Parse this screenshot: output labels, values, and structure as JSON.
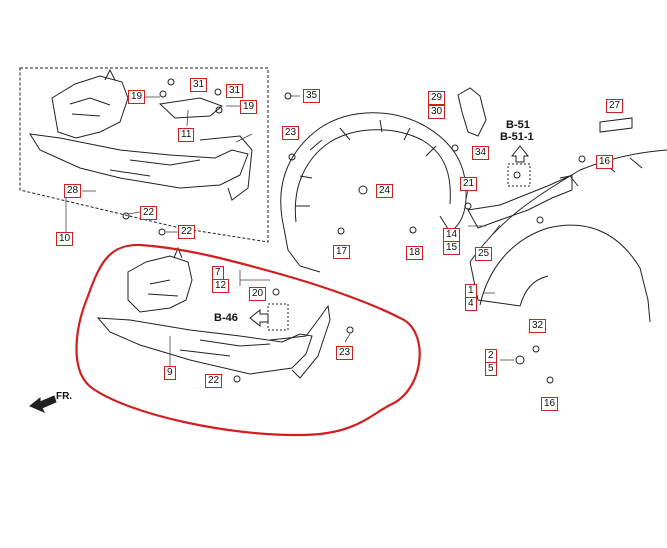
{
  "callouts": {
    "c1": "1",
    "c2": "2",
    "c4": "4",
    "c5": "5",
    "c7": "7",
    "c9": "9",
    "c10": "10",
    "c11": "11",
    "c12": "12",
    "c14": "14",
    "c15": "15",
    "c16a": "16",
    "c16b": "16",
    "c17": "17",
    "c18": "18",
    "c19a": "19",
    "c19b": "19",
    "c20": "20",
    "c21": "21",
    "c22a": "22",
    "c22b": "22",
    "c22c": "22",
    "c23a": "23",
    "c23b": "23",
    "c24": "24",
    "c25": "25",
    "c27": "27",
    "c28": "28",
    "c29": "29",
    "c30": "30",
    "c31a": "31",
    "c31b": "31",
    "c32": "32",
    "c34": "34",
    "c35": "35"
  },
  "references": {
    "b51": "B-51",
    "b511": "B-51-1",
    "b46": "B-46"
  },
  "direction": {
    "fr": "FR."
  },
  "colors": {
    "highlight": "#d11f1f",
    "line": "#222222",
    "label_border": "#d11f1f"
  }
}
